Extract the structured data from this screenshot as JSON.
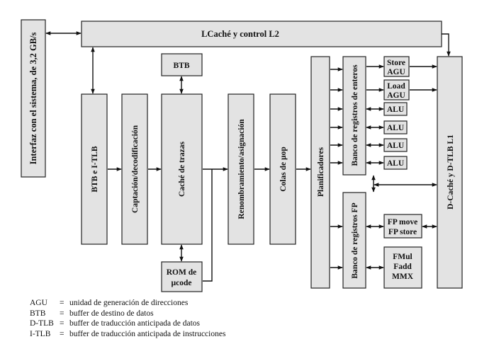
{
  "blocks": {
    "system_interface": "Interfaz con el sistema, de 3,2 GB/s",
    "l2_cache": "LCaché y control L2",
    "btb_itlb": "BTB e I-TLB",
    "fetch_decode": "Captación/decodificación",
    "btb": "BTB",
    "trace_cache": "Caché de trazas",
    "rom_line1": "ROM de",
    "rom_line2": "µcode",
    "rename": "Renombramiento/asignación",
    "uop_queues": "Colas de µop",
    "schedulers": "Planificadores",
    "int_registers": "Banco de registros de enteros",
    "fp_registers": "Banco de registros FP",
    "store_agu_1": "Store",
    "store_agu_2": "AGU",
    "load_agu_1": "Load",
    "load_agu_2": "AGU",
    "alu_1": "ALU",
    "alu_2": "ALU",
    "alu_3": "ALU",
    "alu_4": "ALU",
    "fp_move_1": "FP move",
    "fp_move_2": "FP store",
    "fmul_1": "FMul",
    "fmul_2": "Fadd",
    "fmul_3": "MMX",
    "dcache": "D-Caché y D-TLB L1"
  },
  "legend": [
    {
      "abbr": "AGU",
      "desc": "unidad de generación de direcciones"
    },
    {
      "abbr": "BTB",
      "desc": "buffer de destino de datos"
    },
    {
      "abbr": "D-TLB",
      "desc": "buffer de traducción anticipada de datos"
    },
    {
      "abbr": "I-TLB",
      "desc": "buffer de traducción anticipada de instrucciones"
    }
  ],
  "legend_eq": "="
}
